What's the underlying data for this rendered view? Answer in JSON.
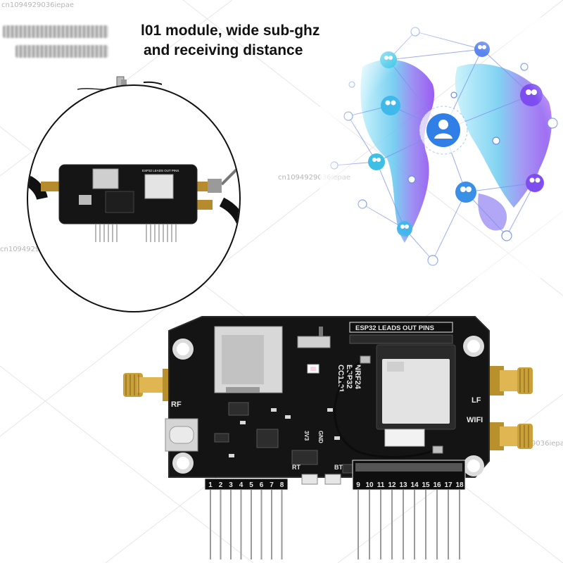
{
  "headline": {
    "line1": "l01 module, wide sub-ghz",
    "line2": "and receiving distance"
  },
  "watermarks": [
    "cn1094929036iepae",
    "cn1094929036iepae",
    "cn1094929036iepae",
    "cn1094929036iepae",
    "cn1094929036iepae"
  ],
  "board": {
    "header_label": "ESP32 LEADS OUT PINS",
    "rf_label": "RF",
    "lf_label": "LF",
    "wifi_label": "WIFI",
    "chip_text_lines": [
      "NRF24",
      "ESP32",
      "CC1101"
    ],
    "rt_label": "RT",
    "bt_label": "BT",
    "gnd_label": "GND",
    "v33_label": "3V3",
    "pins_left": [
      "1",
      "2",
      "3",
      "4",
      "5",
      "6",
      "7",
      "8"
    ],
    "pins_right": [
      "9",
      "10",
      "11",
      "12",
      "13",
      "14",
      "15",
      "16",
      "17",
      "18"
    ]
  },
  "inset": {
    "header_label": "ESP32 LEADS OUT PINS"
  },
  "colors": {
    "pcb": "#141414",
    "pcb_edge": "#2a2a2a",
    "silk": "#e8e8e8",
    "gold": "#c9a13a",
    "gold_light": "#f0d27a",
    "globe_cyan": "#35c6e8",
    "globe_purple": "#8a3ff0",
    "globe_blue": "#2f7fe6"
  },
  "icons": {
    "user_group": "user-group-icon",
    "user": "user-icon"
  }
}
